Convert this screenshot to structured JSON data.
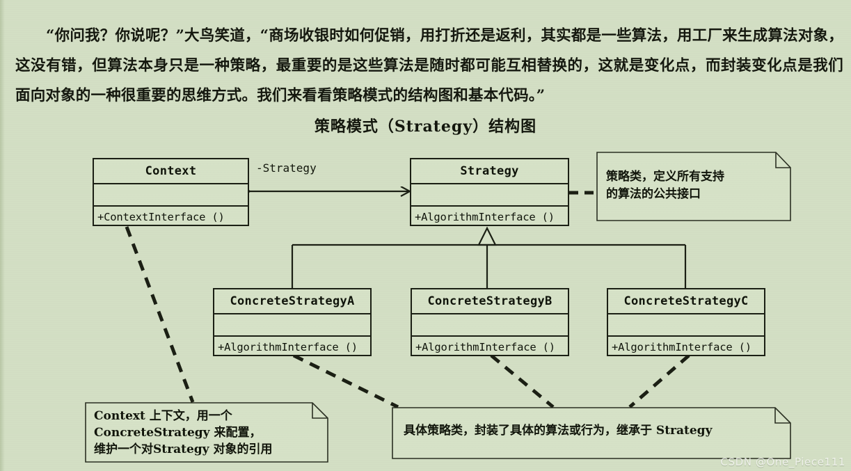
{
  "colors": {
    "page_background": "#d3dfc4",
    "box_fill": "#d6e2c7",
    "line": "#1b1f14",
    "text": "#11150b",
    "watermark": "#fcfcfa"
  },
  "prose": {
    "paragraph": "“你问我？你说呢？”大鸟笑道，“商场收银时如何促销，用打折还是返利，其实都是一些算法，用工厂来生成算法对象，这没有错，但算法本身只是一种策略，最重要的是这些算法是随时都可能互相替换的，这就是变化点，而封装变化点是我们面向对象的一种很重要的思维方式。我们来看看策略模式的结构图和基本代码。”"
  },
  "figure": {
    "title": "策略模式（Strategy）结构图"
  },
  "diagram": {
    "classes": [
      {
        "id": "context",
        "name": "Context",
        "attributes": "",
        "operations": "+ContextInterface ()"
      },
      {
        "id": "strategy",
        "name": "Strategy",
        "attributes": "",
        "operations": "+AlgorithmInterface ()"
      },
      {
        "id": "concrete_a",
        "name": "ConcreteStrategyA",
        "attributes": "",
        "operations": "+AlgorithmInterface ()"
      },
      {
        "id": "concrete_b",
        "name": "ConcreteStrategyB",
        "attributes": "",
        "operations": "+AlgorithmInterface ()"
      },
      {
        "id": "concrete_c",
        "name": "ConcreteStrategyC",
        "attributes": "",
        "operations": "+AlgorithmInterface ()"
      }
    ],
    "association_label": "-Strategy",
    "notes": [
      {
        "id": "note_strategy",
        "text": "策略类，定义所有支持\n的算法的公共接口",
        "attached_to": "strategy"
      },
      {
        "id": "note_context",
        "text": "Context 上下文，用一个\nConcreteStrategy 来配置，\n维护一个对Strategy 对象的引用",
        "attached_to": "context"
      },
      {
        "id": "note_concrete",
        "text": "具体策略类，封装了具体的算法或行为，继承于 Strategy",
        "attached_to": "concrete_a,concrete_b,concrete_c"
      }
    ],
    "relationships": [
      {
        "type": "aggregation",
        "from": "context",
        "to": "strategy",
        "label": "-Strategy"
      },
      {
        "type": "generalization",
        "from": "concrete_a",
        "to": "strategy"
      },
      {
        "type": "generalization",
        "from": "concrete_b",
        "to": "strategy"
      },
      {
        "type": "generalization",
        "from": "concrete_c",
        "to": "strategy"
      }
    ]
  },
  "watermark": {
    "text": "CSDN @One_Piece111"
  }
}
